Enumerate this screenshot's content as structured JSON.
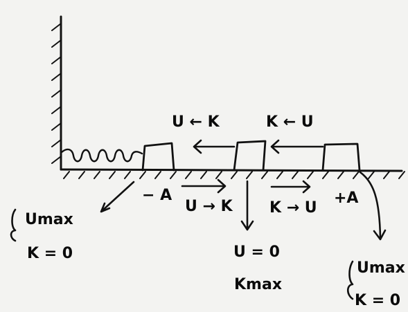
{
  "labels": {
    "left_transition": "U ← K",
    "right_transition": "K ← U",
    "minus_amplitude": "− A",
    "plus_amplitude": "+A",
    "lower_left_transition": "U → K",
    "lower_right_transition": "K → U",
    "left_note_u": "Umax",
    "left_note_k": "K = 0",
    "center_note_u": "U = 0",
    "center_note_k": "Kmax",
    "right_note_u": "Umax",
    "right_note_k": "K = 0"
  },
  "colors": {
    "ink": "#111111",
    "paper": "#f3f3f1"
  }
}
